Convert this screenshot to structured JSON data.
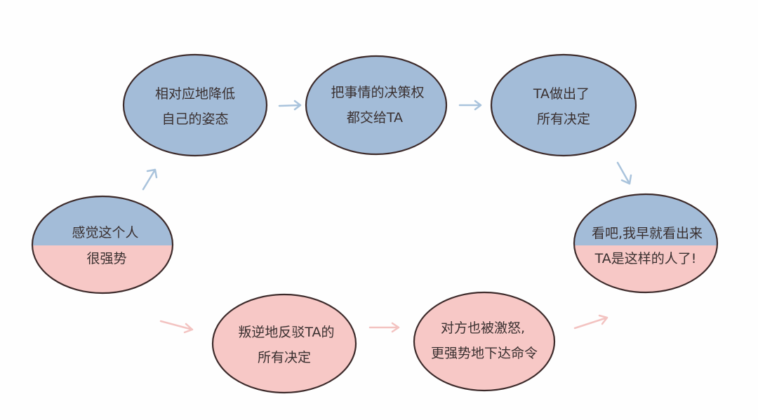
{
  "colors": {
    "blue": "#a3bcd8",
    "pink": "#f7c8c6",
    "outline": "#3d2b2b"
  },
  "nodes": {
    "start": {
      "line1": "感觉这个人",
      "line2": "很强势"
    },
    "lower_self": {
      "line1": "相对应地降低",
      "line2": "自己的姿态"
    },
    "give_decisions": {
      "line1": "把事情的决策权",
      "line2": "都交给TA"
    },
    "ta_decides": {
      "line1": "TA做出了",
      "line2": "所有决定"
    },
    "conclusion": {
      "line1": "看吧,我早就看出来",
      "line2": "TA是这样的人了!"
    },
    "rebel": {
      "line1": "叛逆地反驳TA的",
      "line2": "所有决定"
    },
    "angered": {
      "line1": "对方也被激怒,",
      "line2": "更强势地下达命令"
    }
  }
}
